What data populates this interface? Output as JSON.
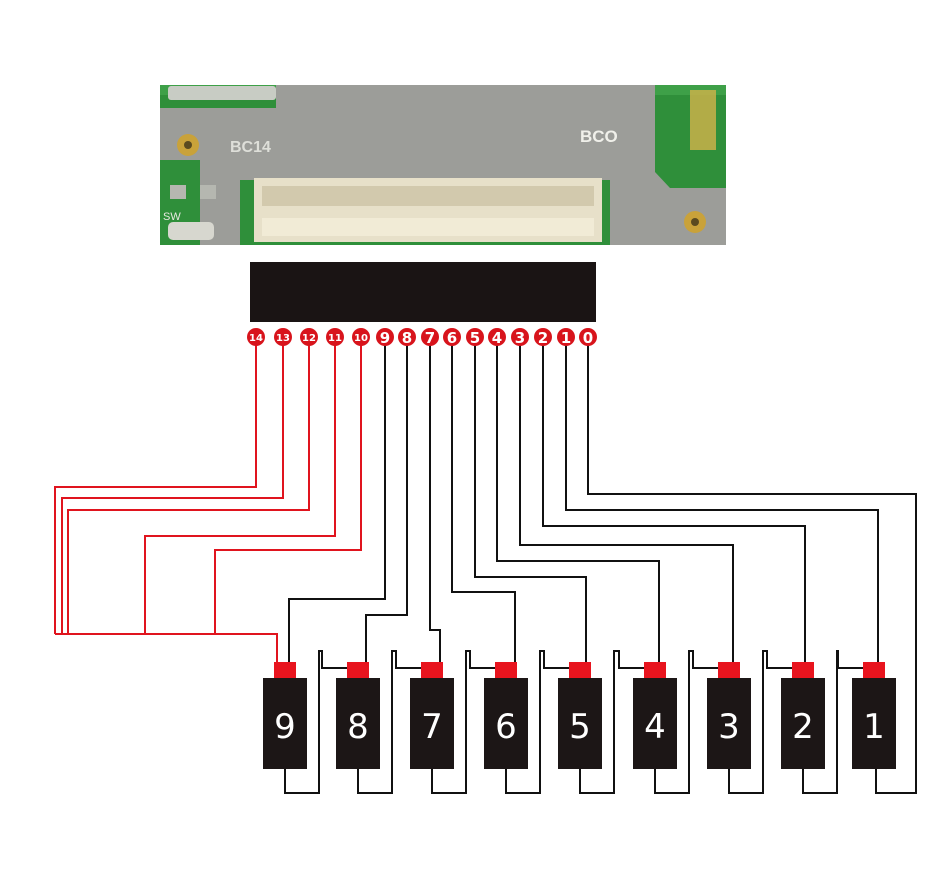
{
  "colors": {
    "red_wire": "#e0141e",
    "black_wire": "#111111",
    "connector_block": "#1a1414",
    "pin_circle": "#d8141c",
    "battery_body": "#1c1616",
    "battery_cap": "#e8141e",
    "board_green": "#2f8f3a",
    "shield_gray": "#9c9d99"
  },
  "board": {
    "left_label": "BC14",
    "right_label": "BCO",
    "switch_label": "SW"
  },
  "pins": [
    "14",
    "13",
    "12",
    "11",
    "10",
    "9",
    "8",
    "7",
    "6",
    "5",
    "4",
    "3",
    "2",
    "1",
    "0"
  ],
  "cells": [
    "9",
    "8",
    "7",
    "6",
    "5",
    "4",
    "3",
    "2",
    "1"
  ]
}
